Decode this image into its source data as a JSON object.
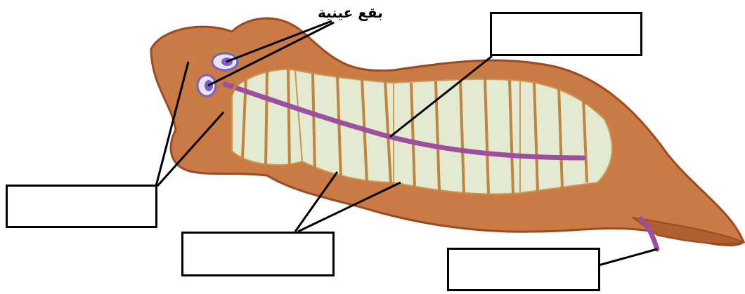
{
  "diagram": {
    "labels": {
      "eye_spots": "بقع عينية"
    },
    "answer_boxes": [
      {
        "id": "box-top-right",
        "text": ""
      },
      {
        "id": "box-left",
        "text": ""
      },
      {
        "id": "box-bottom-center",
        "text": ""
      },
      {
        "id": "box-bottom-right",
        "text": ""
      }
    ],
    "colors": {
      "body_fill": "#c97a45",
      "body_edge": "#9c4a22",
      "intestine_fill": "#e4ead2",
      "nerve_purple": "#9b4f9c",
      "eye_purple": "#7b5fc4",
      "line": "#000000"
    }
  }
}
